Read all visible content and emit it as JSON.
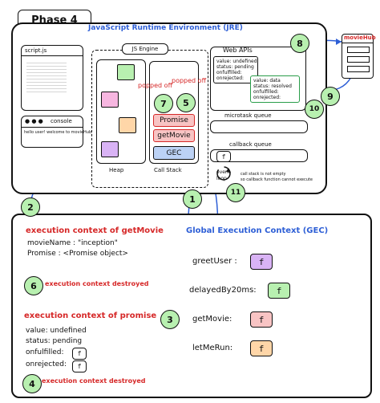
{
  "phase": {
    "label": "Phase 4"
  },
  "jre": {
    "title": "JavaScript Runtime Environment (JRE)"
  },
  "script_js": {
    "title": "script.js"
  },
  "console": {
    "title": "console",
    "output": "hello user! welcome to movieHub"
  },
  "js_engine": {
    "title": "JS Engine",
    "heap_label": "Heap",
    "call_stack_label": "Call Stack",
    "stack_items": [
      "Promise",
      "getMovie",
      "GEC"
    ],
    "popped_off_1": "popped off",
    "popped_off_2": "popped off"
  },
  "web_apis": {
    "title": "Web APIs",
    "promise1": [
      "value: undefined",
      "status: pending",
      "onfulfilled:",
      "onrejected:"
    ],
    "promise2": [
      "value: data",
      "status: resolved",
      "onfulfilled:",
      "onrejected:"
    ]
  },
  "microtask": {
    "title": "microtask queue"
  },
  "callback": {
    "title": "callback queue",
    "item": "f"
  },
  "event_loop": {
    "label": "event loop",
    "note1": "call stack is not empty",
    "note2": "so callback function cannot execute"
  },
  "moviehub": {
    "title": "movieHub"
  },
  "ec_getmovie": {
    "title": "execution context of getMovie",
    "line1": "movieName : \"inception\"",
    "line2": "Promise : <Promise object>",
    "destroyed": "execution context destroyed"
  },
  "ec_promise": {
    "title": "execution context of promise",
    "value": "value: undefined",
    "status": "status: pending",
    "onfulfilled": "onfulfilled:",
    "onrejected": "onrejected:",
    "destroyed": "execution context destroyed"
  },
  "gec": {
    "title": "Global Execution Context (GEC)",
    "entries": [
      {
        "name": "greetUser :",
        "val": "f"
      },
      {
        "name": "delayedBy20ms:",
        "val": "f"
      },
      {
        "name": "getMovie:",
        "val": "f"
      },
      {
        "name": "letMeRun:",
        "val": "f"
      }
    ]
  },
  "fn": "f",
  "steps": [
    "1",
    "2",
    "3",
    "4",
    "5",
    "6",
    "7",
    "8",
    "9",
    "10",
    "11"
  ],
  "colors": {
    "green": "#b8f0b0",
    "pink": "#f7b6e0",
    "peach": "#ffd6a8",
    "purple": "#d9b3f5",
    "red_item": "#f8c4c4",
    "blue_item": "#bcd2f5",
    "accent_red": "#d62828",
    "accent_blue": "#2e5fd6"
  }
}
